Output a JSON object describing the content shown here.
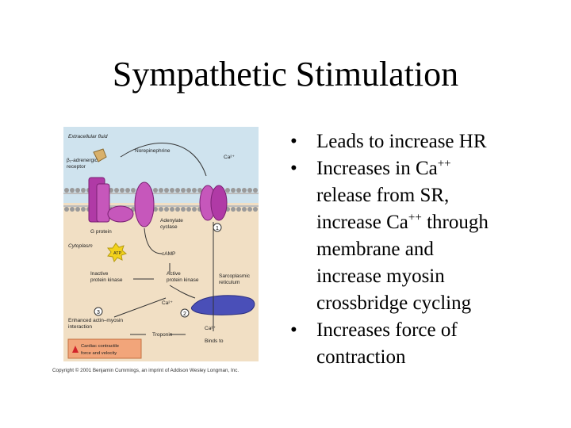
{
  "slide": {
    "title": "Sympathetic Stimulation"
  },
  "figure": {
    "labels": {
      "extracellular": "Extracellular fluid",
      "beta1_line1": "β₁-adrenergic",
      "beta1_line2": "receptor",
      "norepinephrine": "Norepinephrine",
      "ca_top": "Ca²⁺",
      "g_protein": "G protein",
      "adenylate_line1": "Adenylate",
      "adenylate_line2": "cyclase",
      "cytoplasm": "Cytoplasm",
      "atp": "ATP",
      "camp": "cAMP",
      "inactive_line1": "Inactive",
      "inactive_line2": "protein kinase",
      "active_line1": "Active",
      "active_line2": "protein kinase",
      "sarco_line1": "Sarcoplasmic",
      "sarco_line2": "reticulum",
      "ca_mid": "Ca²⁺",
      "enhanced_line1": "Enhanced actin–myosin",
      "enhanced_line2": "interaction",
      "troponin": "Troponin",
      "ca_low": "Ca²⁺",
      "binds_to": "Binds to",
      "cardiac_line1": "Cardiac contractile",
      "cardiac_line2": "force and velocity",
      "step1": "1",
      "step2": "2",
      "step3": "3"
    },
    "copyright": "Copyright © 2001 Benjamin Cummings, an imprint of Addison Wesley Longman, Inc.",
    "colors": {
      "extracellular": "#cfe3ee",
      "cytoplasm": "#f1dfc4",
      "membrane_head": "#9a9a9a",
      "receptor": "#b03aa6",
      "sr": "#4a4fb8",
      "atp": "#f3d21c"
    }
  },
  "bullets": {
    "marker": "•",
    "b1": {
      "text": "Leads to increase HR"
    },
    "b2": {
      "l1_pre": "Increases in Ca",
      "l1_sup": "++",
      "l2": "release from SR,",
      "l3_pre": "increase  Ca",
      "l3_sup": "++",
      "l3_post": " through",
      "l4": "membrane  and",
      "l5": "increase myosin",
      "l6": "crossbridge cycling"
    },
    "b3": {
      "l1": "Increases force of",
      "l2": "contraction"
    }
  }
}
